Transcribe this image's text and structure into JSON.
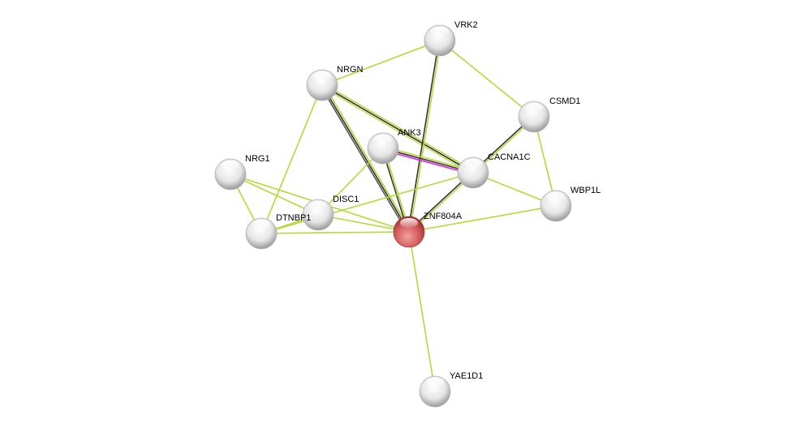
{
  "network": {
    "nodes": [
      {
        "id": "VRK2",
        "label": "VRK2",
        "query": false
      },
      {
        "id": "NRGN",
        "label": "NRGN",
        "query": false
      },
      {
        "id": "CSMD1",
        "label": "CSMD1",
        "query": false
      },
      {
        "id": "ANK3",
        "label": "ANK3",
        "query": false
      },
      {
        "id": "CACNA1C",
        "label": "CACNA1C",
        "query": false
      },
      {
        "id": "NRG1",
        "label": "NRG1",
        "query": false
      },
      {
        "id": "WBP1L",
        "label": "WBP1L",
        "query": false
      },
      {
        "id": "DISC1",
        "label": "DISC1",
        "query": false
      },
      {
        "id": "DTNBP1",
        "label": "DTNBP1",
        "query": false
      },
      {
        "id": "ZNF804A",
        "label": "ZNF804A",
        "query": true
      },
      {
        "id": "YAE1D1",
        "label": "YAE1D1",
        "query": false
      }
    ],
    "edges": [
      {
        "a": "NRGN",
        "b": "VRK2",
        "types": [
          "textmining"
        ]
      },
      {
        "a": "NRGN",
        "b": "DTNBP1",
        "types": [
          "textmining"
        ]
      },
      {
        "a": "NRGN",
        "b": "ZNF804A",
        "types": [
          "textmining",
          "coexpression",
          "coexpression2"
        ]
      },
      {
        "a": "NRGN",
        "b": "CACNA1C",
        "types": [
          "textmining",
          "coexpression",
          "textmining2"
        ]
      },
      {
        "a": "VRK2",
        "b": "ZNF804A",
        "types": [
          "textmining",
          "coexpression"
        ]
      },
      {
        "a": "VRK2",
        "b": "CSMD1",
        "types": [
          "textmining"
        ]
      },
      {
        "a": "CSMD1",
        "b": "CACNA1C",
        "types": [
          "textmining",
          "coexpression"
        ]
      },
      {
        "a": "CSMD1",
        "b": "WBP1L",
        "types": [
          "textmining"
        ]
      },
      {
        "a": "ANK3",
        "b": "CACNA1C",
        "types": [
          "textmining",
          "coexpression",
          "experiments"
        ]
      },
      {
        "a": "ANK3",
        "b": "ZNF804A",
        "types": [
          "textmining",
          "coexpression"
        ]
      },
      {
        "a": "ANK3",
        "b": "DISC1",
        "types": [
          "textmining"
        ]
      },
      {
        "a": "CACNA1C",
        "b": "ZNF804A",
        "types": [
          "textmining",
          "coexpression"
        ]
      },
      {
        "a": "CACNA1C",
        "b": "WBP1L",
        "types": [
          "textmining"
        ]
      },
      {
        "a": "CACNA1C",
        "b": "DTNBP1",
        "types": [
          "textmining"
        ]
      },
      {
        "a": "NRG1",
        "b": "DTNBP1",
        "types": [
          "textmining"
        ]
      },
      {
        "a": "NRG1",
        "b": "DISC1",
        "types": [
          "textmining"
        ]
      },
      {
        "a": "NRG1",
        "b": "ZNF804A",
        "types": [
          "textmining"
        ]
      },
      {
        "a": "DISC1",
        "b": "ZNF804A",
        "types": [
          "textmining"
        ]
      },
      {
        "a": "DISC1",
        "b": "DTNBP1",
        "types": [
          "textmining"
        ]
      },
      {
        "a": "DTNBP1",
        "b": "ZNF804A",
        "types": [
          "textmining"
        ]
      },
      {
        "a": "WBP1L",
        "b": "ZNF804A",
        "types": [
          "textmining"
        ]
      },
      {
        "a": "ZNF804A",
        "b": "YAE1D1",
        "types": [
          "textmining"
        ]
      }
    ]
  },
  "colors": {
    "textmining": "#b4d93a",
    "textmining2": "#c6df55",
    "coexpression": "#333333",
    "coexpression2": "#555555",
    "experiments": "#e020e0",
    "query_node": "#d64f4f",
    "node": "#e8e8e8"
  }
}
